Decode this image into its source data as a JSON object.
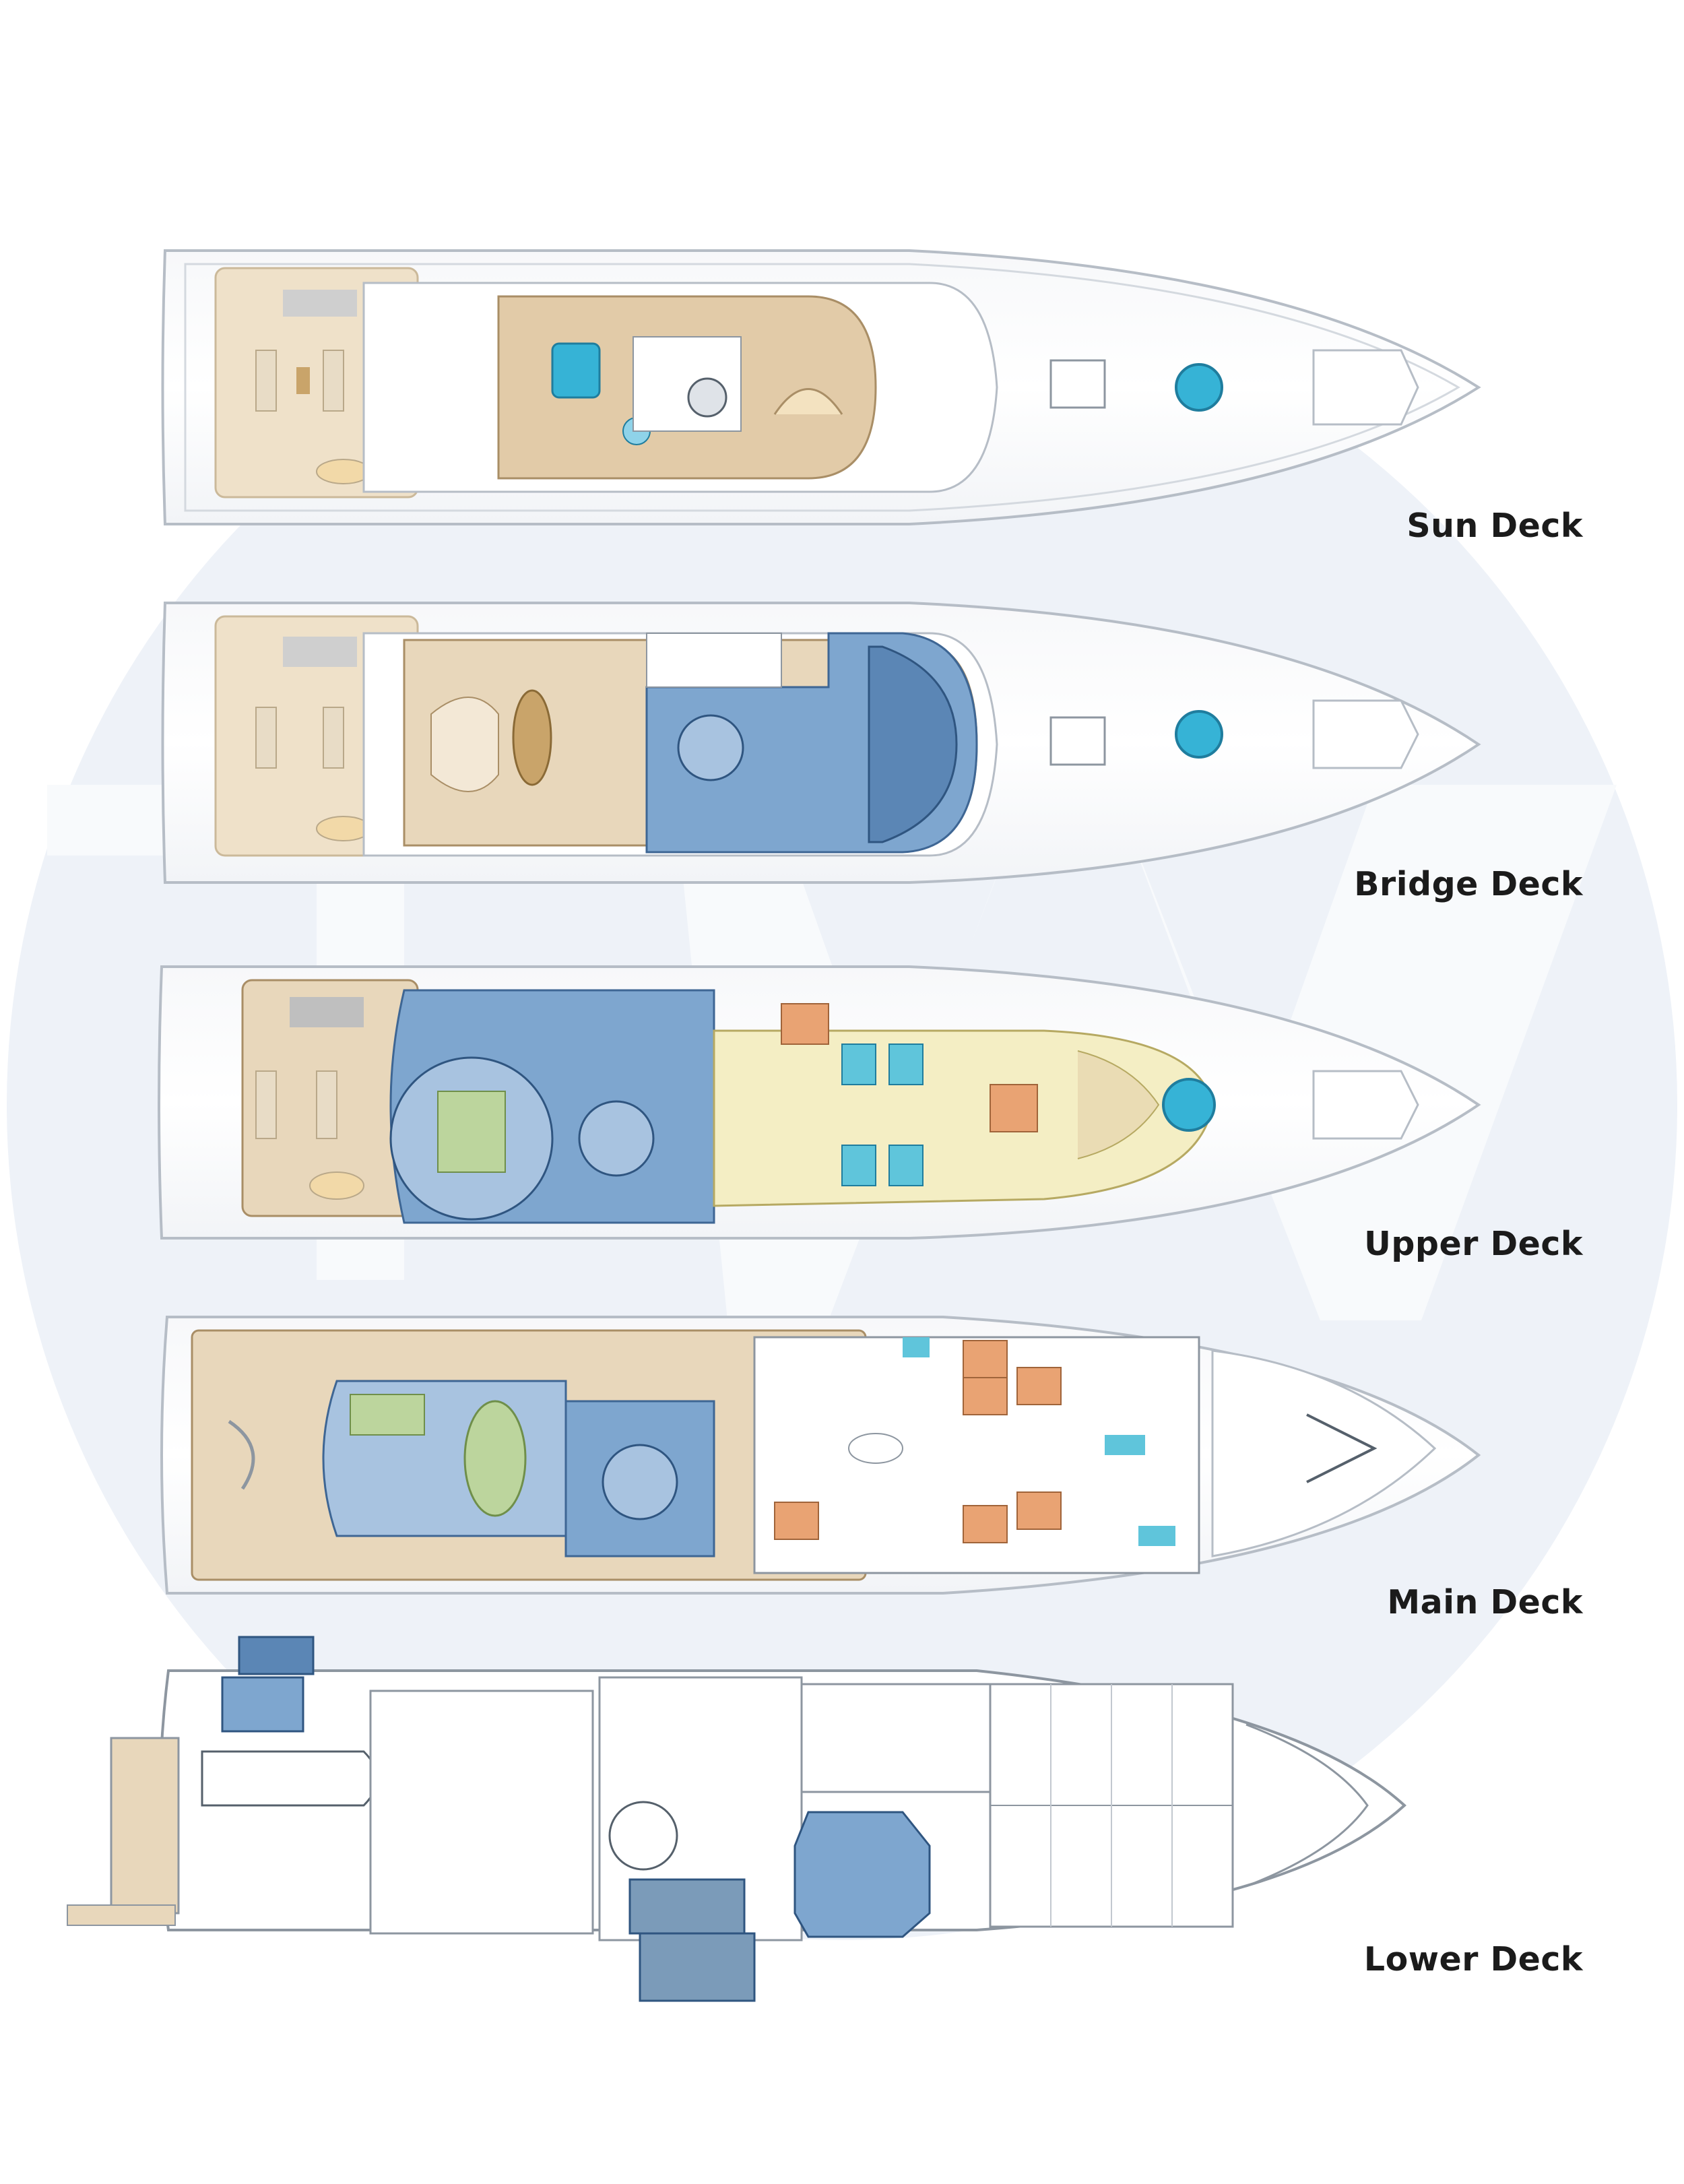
{
  "decks": [
    {
      "id": "sun",
      "label": "Sun Deck"
    },
    {
      "id": "bridge",
      "label": "Bridge Deck"
    },
    {
      "id": "upper",
      "label": "Upper Deck"
    },
    {
      "id": "main",
      "label": "Main Deck"
    },
    {
      "id": "lower",
      "label": "Lower Deck"
    }
  ],
  "colors": {
    "background": "#ffffff",
    "watermark_circle": "#eef2f8",
    "watermark_letters": "#f8fafc",
    "hull_line": "#aab2bc",
    "teak_deck": "#e6d2b4",
    "interior_blue": "#7ea6cf",
    "interior_blue_dark": "#5b86b5",
    "guest_yellow": "#f4eec4",
    "cabin_orange": "#e9a373",
    "pool_cyan": "#36b3d6",
    "label_text": "#1b1b1b"
  }
}
